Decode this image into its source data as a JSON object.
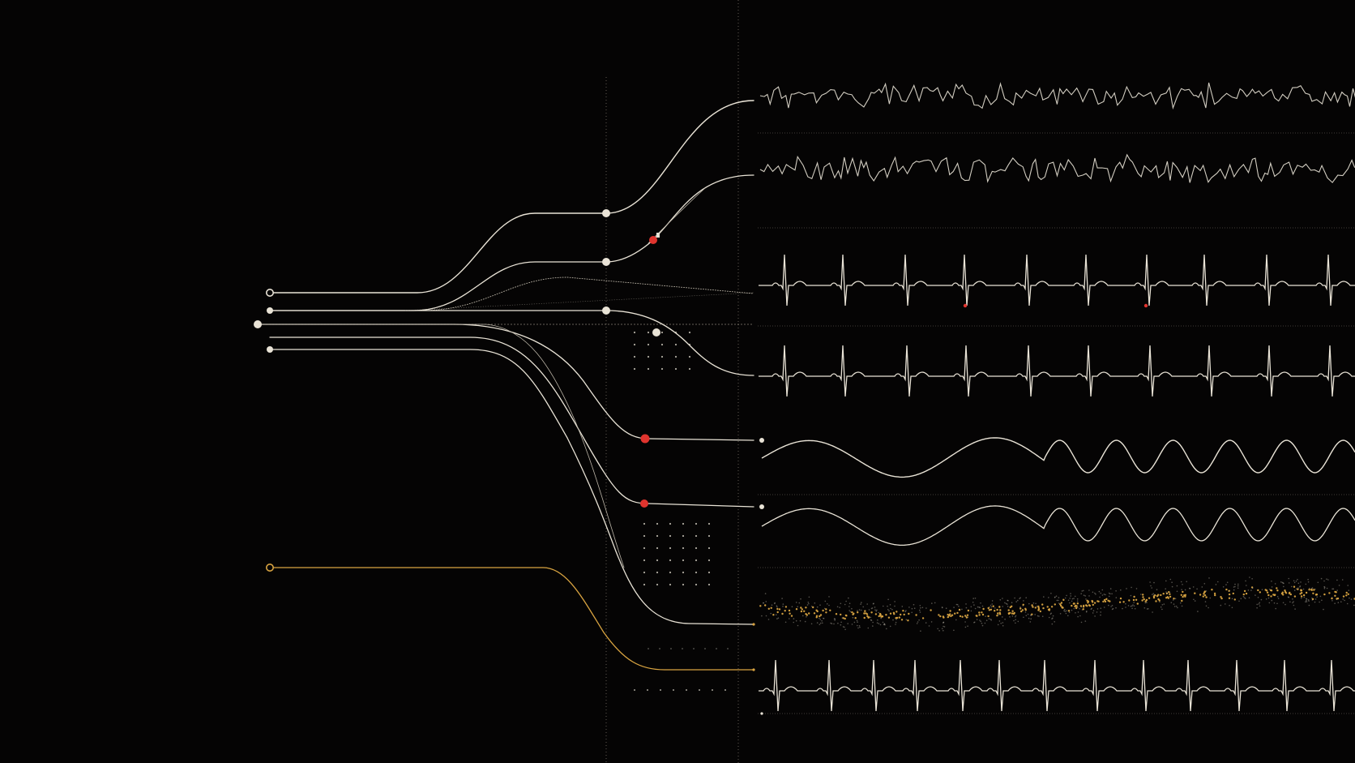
{
  "colors": {
    "background": "#050404",
    "line": "#e9e3d6",
    "line_dim": "#bdb6a8",
    "accent_red": "#e0342e",
    "accent_gold": "#d9a441",
    "guide": "#8a8378"
  },
  "scene": {
    "inputs": [
      {
        "kind": "ring",
        "color": "line"
      },
      {
        "kind": "dot",
        "color": "line"
      },
      {
        "kind": "dot",
        "color": "line"
      },
      {
        "kind": "dot",
        "color": "line"
      },
      {
        "kind": "ring",
        "color": "accent_gold"
      }
    ],
    "channels": [
      {
        "signal": "noise",
        "color": "line"
      },
      {
        "signal": "noise",
        "color": "line"
      },
      {
        "signal": "ecg",
        "color": "line"
      },
      {
        "signal": "ecg",
        "color": "line"
      },
      {
        "signal": "wave",
        "color": "line"
      },
      {
        "signal": "wave",
        "color": "line"
      },
      {
        "signal": "particle-band",
        "color": "accent_gold"
      },
      {
        "signal": "ecg",
        "color": "line"
      }
    ],
    "node_markers": [
      {
        "color": "line"
      },
      {
        "color": "accent_red"
      },
      {
        "color": "line"
      },
      {
        "color": "line"
      },
      {
        "color": "line"
      },
      {
        "color": "accent_red"
      },
      {
        "color": "accent_red"
      }
    ]
  }
}
